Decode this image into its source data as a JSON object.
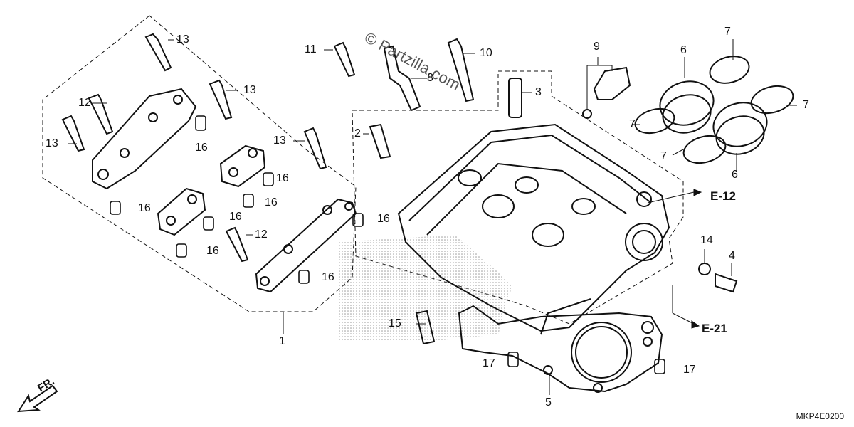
{
  "watermark": "© Partzilla.com",
  "diagram_code": "MKP4E0200",
  "front_label": "FR.",
  "references": [
    {
      "id": "e12",
      "label": "E-12"
    },
    {
      "id": "e21",
      "label": "E-21"
    }
  ],
  "callouts": {
    "c1": "1",
    "c2": "2",
    "c3": "3",
    "c4": "4",
    "c5": "5",
    "c6a": "6",
    "c6b": "6",
    "c7a": "7",
    "c7b": "7",
    "c7c": "7",
    "c7d": "7",
    "c8": "8",
    "c9": "9",
    "c10": "10",
    "c11": "11",
    "c12a": "12",
    "c12b": "12",
    "c13a": "13",
    "c13b": "13",
    "c13c": "13",
    "c13d": "13",
    "c14": "14",
    "c15": "15",
    "c16a": "16",
    "c16b": "16",
    "c16c": "16",
    "c16d": "16",
    "c16e": "16",
    "c16f": "16",
    "c16g": "16",
    "c16h": "16",
    "c17a": "17",
    "c17b": "17"
  },
  "colors": {
    "line": "#111111",
    "hatch": "#9a9a9a",
    "background": "#ffffff"
  }
}
